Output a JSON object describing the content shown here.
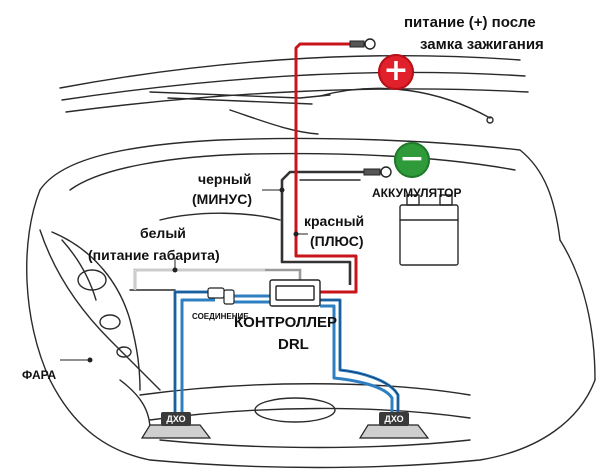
{
  "labels": {
    "ignition_line1": "питание (+) после",
    "ignition_line2": "замка зажигания",
    "battery": "АККУМУЛЯТОР",
    "black_line1": "черный",
    "black_line2": "(МИНУС)",
    "red_line1": "красный",
    "red_line2": "(ПЛЮС)",
    "white_line1": "белый",
    "white_line2": "(питание габарита)",
    "connection": "СОЕДИНЕНИЕ",
    "controller_line1": "КОНТРОЛЛЕР",
    "controller_line2": "DRL",
    "headlight": "ФАРА",
    "drl_left": "ДХО",
    "drl_right": "ДХО"
  },
  "icons": {
    "plus": "plus-icon",
    "minus": "minus-icon"
  },
  "colors": {
    "plus_badge": "#e0202a",
    "minus_badge": "#2e9a3a",
    "red_wire": "#c8151b",
    "black_wire": "#333333",
    "blue_wire": "#2d7fc1",
    "white_wire": "#9a9a9a"
  }
}
